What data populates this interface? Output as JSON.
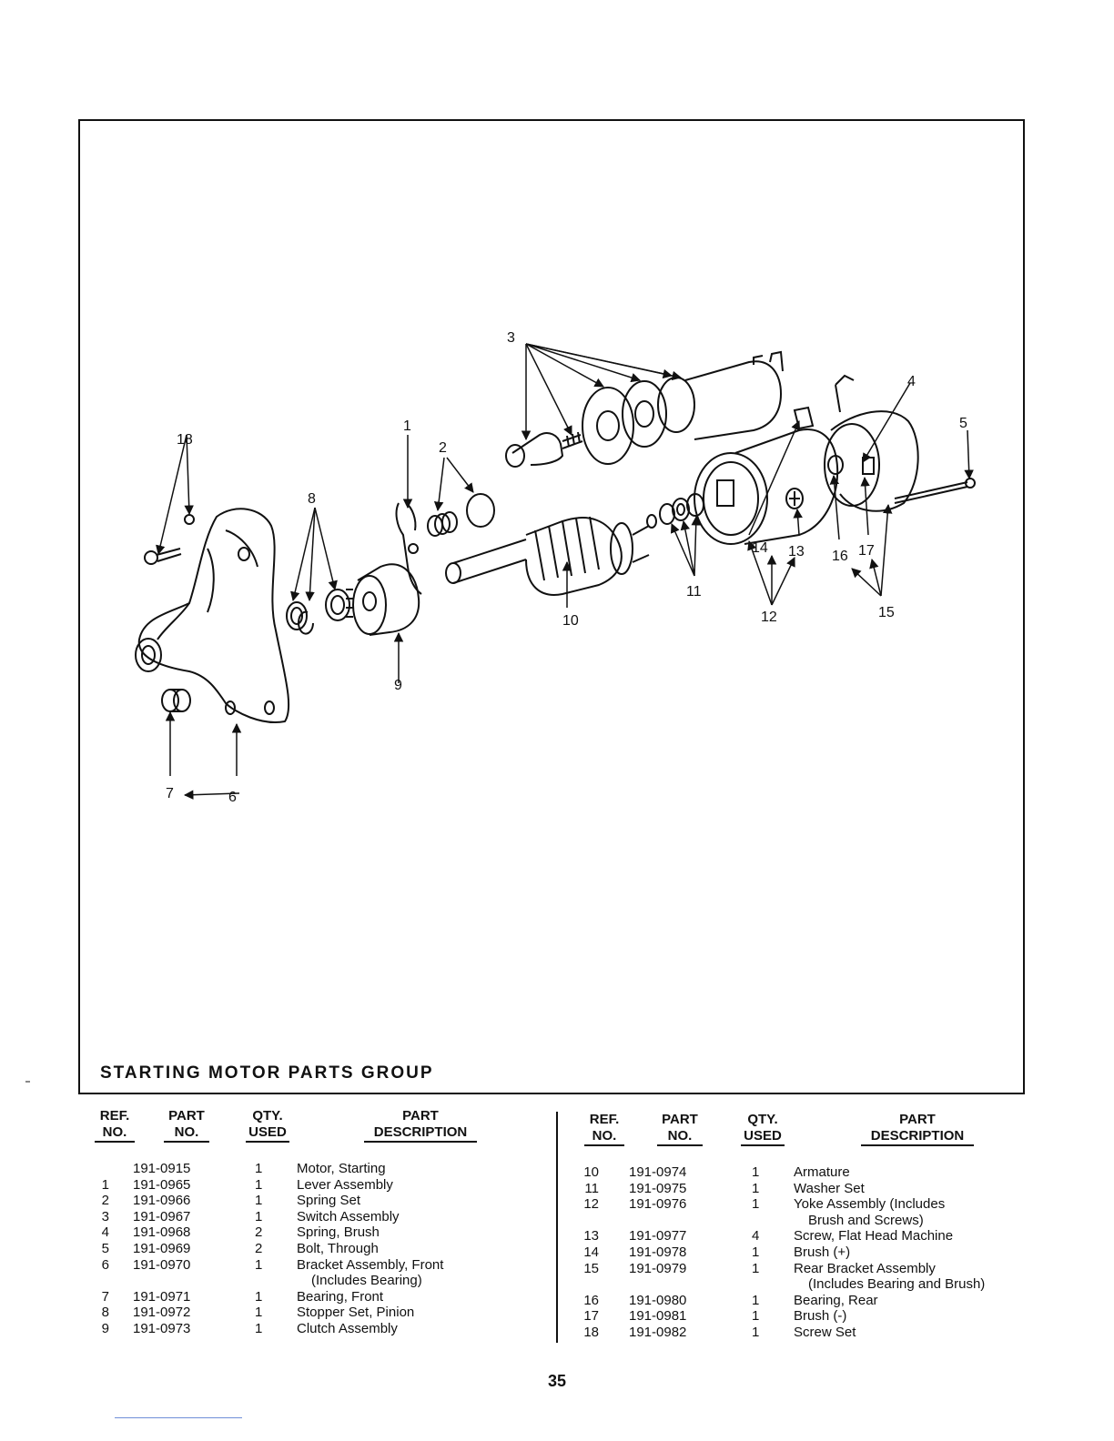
{
  "group_title": "STARTING MOTOR PARTS GROUP",
  "page_number": "35",
  "headers": {
    "ref_1": "REF.",
    "ref_2": "NO.",
    "part_1": "PART",
    "part_2": "NO.",
    "qty_1": "QTY.",
    "qty_2": "USED",
    "desc_1": "PART",
    "desc_2": "DESCRIPTION"
  },
  "callouts": [
    "1",
    "2",
    "3",
    "4",
    "5",
    "6",
    "7",
    "8",
    "9",
    "10",
    "11",
    "12",
    "13",
    "14",
    "15",
    "16",
    "17",
    "18"
  ],
  "left_rows": [
    {
      "ref": "",
      "part": "191-0915",
      "qty": "1",
      "desc": "Motor, Starting"
    },
    {
      "ref": "1",
      "part": "191-0965",
      "qty": "1",
      "desc": "Lever Assembly"
    },
    {
      "ref": "2",
      "part": "191-0966",
      "qty": "1",
      "desc": "Spring Set"
    },
    {
      "ref": "3",
      "part": "191-0967",
      "qty": "1",
      "desc": "Switch Assembly"
    },
    {
      "ref": "4",
      "part": "191-0968",
      "qty": "2",
      "desc": "Spring, Brush"
    },
    {
      "ref": "5",
      "part": "191-0969",
      "qty": "2",
      "desc": "Bolt, Through"
    },
    {
      "ref": "6",
      "part": "191-0970",
      "qty": "1",
      "desc": "Bracket Assembly, Front",
      "cont": "(Includes Bearing)"
    },
    {
      "ref": "7",
      "part": "191-0971",
      "qty": "1",
      "desc": "Bearing, Front"
    },
    {
      "ref": "8",
      "part": "191-0972",
      "qty": "1",
      "desc": "Stopper Set, Pinion"
    },
    {
      "ref": "9",
      "part": "191-0973",
      "qty": "1",
      "desc": "Clutch Assembly"
    }
  ],
  "right_rows": [
    {
      "ref": "10",
      "part": "191-0974",
      "qty": "1",
      "desc": "Armature"
    },
    {
      "ref": "11",
      "part": "191-0975",
      "qty": "1",
      "desc": "Washer Set"
    },
    {
      "ref": "12",
      "part": "191-0976",
      "qty": "1",
      "desc": "Yoke Assembly (Includes",
      "cont": "Brush and Screws)"
    },
    {
      "ref": "13",
      "part": "191-0977",
      "qty": "4",
      "desc": "Screw, Flat Head Machine"
    },
    {
      "ref": "14",
      "part": "191-0978",
      "qty": "1",
      "desc": "Brush (+)"
    },
    {
      "ref": "15",
      "part": "191-0979",
      "qty": "1",
      "desc": "Rear Bracket Assembly",
      "cont": "(Includes Bearing and Brush)"
    },
    {
      "ref": "16",
      "part": "191-0980",
      "qty": "1",
      "desc": "Bearing, Rear"
    },
    {
      "ref": "17",
      "part": "191-0981",
      "qty": "1",
      "desc": "Brush (-)"
    },
    {
      "ref": "18",
      "part": "191-0982",
      "qty": "1",
      "desc": "Screw Set"
    }
  ]
}
